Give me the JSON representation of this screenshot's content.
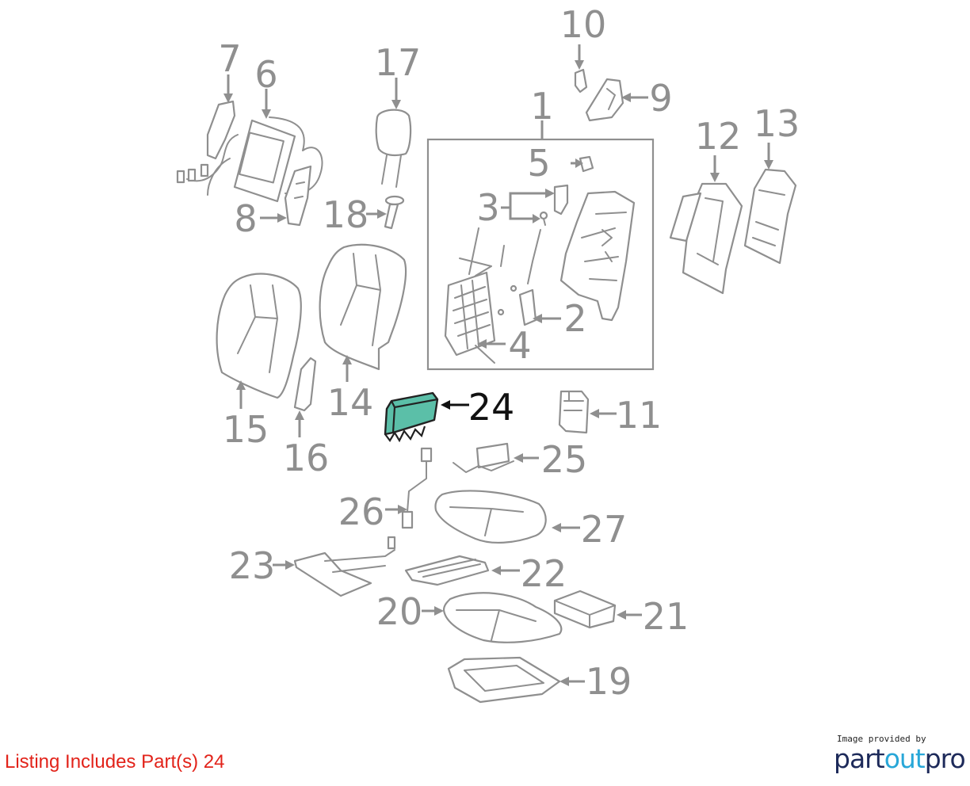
{
  "diagram": {
    "callouts": [
      {
        "id": "1",
        "label": "1"
      },
      {
        "id": "2",
        "label": "2"
      },
      {
        "id": "3",
        "label": "3"
      },
      {
        "id": "4",
        "label": "4"
      },
      {
        "id": "5",
        "label": "5"
      },
      {
        "id": "6",
        "label": "6"
      },
      {
        "id": "7",
        "label": "7"
      },
      {
        "id": "8",
        "label": "8"
      },
      {
        "id": "9",
        "label": "9"
      },
      {
        "id": "10",
        "label": "10"
      },
      {
        "id": "11",
        "label": "11"
      },
      {
        "id": "12",
        "label": "12"
      },
      {
        "id": "13",
        "label": "13"
      },
      {
        "id": "14",
        "label": "14"
      },
      {
        "id": "15",
        "label": "15"
      },
      {
        "id": "16",
        "label": "16"
      },
      {
        "id": "17",
        "label": "17"
      },
      {
        "id": "18",
        "label": "18"
      },
      {
        "id": "19",
        "label": "19"
      },
      {
        "id": "20",
        "label": "20"
      },
      {
        "id": "21",
        "label": "21"
      },
      {
        "id": "22",
        "label": "22"
      },
      {
        "id": "23",
        "label": "23"
      },
      {
        "id": "24",
        "label": "24"
      },
      {
        "id": "25",
        "label": "25"
      },
      {
        "id": "26",
        "label": "26"
      },
      {
        "id": "27",
        "label": "27"
      }
    ],
    "highlighted_part": "24",
    "highlight_color": "#5bbfa8",
    "line_color": "#8f8f8f"
  },
  "listing": {
    "text": "Listing Includes Part(s) 24",
    "color": "#e2231a"
  },
  "branding": {
    "credit": "Image provided by",
    "logo_left": "part",
    "logo_mid": "out",
    "logo_right": "pro"
  }
}
